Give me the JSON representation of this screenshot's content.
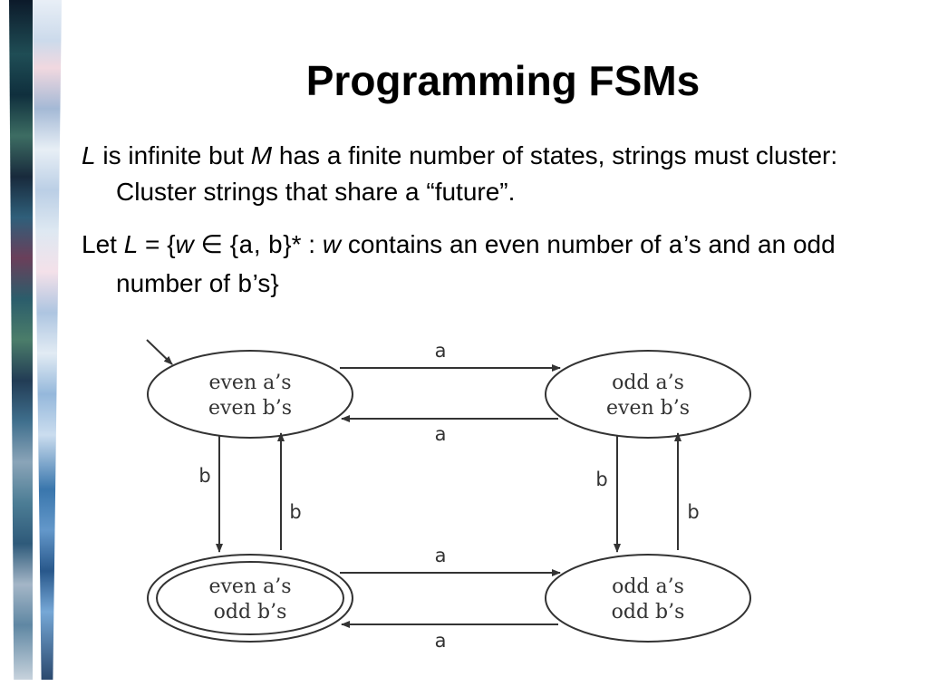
{
  "slide": {
    "title": "Programming FSMs",
    "bullet1": {
      "p1": "L",
      "p2": " is infinite but ",
      "p3": "M",
      "p4": " has a finite number of states, strings must cluster: Cluster strings that share a “future”."
    },
    "bullet2": {
      "p1": "Let ",
      "p2": "L",
      "p3": " = {",
      "p4": "w",
      "p5": " ∈ {",
      "p6": "a",
      "p7": ", ",
      "p8": "b",
      "p9": "}* : ",
      "p10": "w",
      "p11": " contains an even number of ",
      "p12": "a",
      "p13": "’s and an odd number of ",
      "p14": "b",
      "p15": "’s}"
    }
  },
  "fsm": {
    "states": [
      {
        "id": "ee",
        "line1": "even a’s",
        "line2": "even b’s",
        "start": true,
        "accepting": false
      },
      {
        "id": "oe",
        "line1": "odd a’s",
        "line2": "even b’s",
        "start": false,
        "accepting": false
      },
      {
        "id": "eo",
        "line1": "even a’s",
        "line2": "odd b’s",
        "start": false,
        "accepting": true
      },
      {
        "id": "oo",
        "line1": "odd a’s",
        "line2": "odd b’s",
        "start": false,
        "accepting": false
      }
    ],
    "transitions": [
      {
        "from": "ee",
        "to": "oe",
        "label": "a"
      },
      {
        "from": "oe",
        "to": "ee",
        "label": "a"
      },
      {
        "from": "ee",
        "to": "eo",
        "label": "b"
      },
      {
        "from": "eo",
        "to": "ee",
        "label": "b"
      },
      {
        "from": "oe",
        "to": "oo",
        "label": "b"
      },
      {
        "from": "oo",
        "to": "oe",
        "label": "b"
      },
      {
        "from": "eo",
        "to": "oo",
        "label": "a"
      },
      {
        "from": "oo",
        "to": "eo",
        "label": "a"
      }
    ],
    "colors": {
      "stroke": "#333333",
      "text": "#333333"
    }
  }
}
